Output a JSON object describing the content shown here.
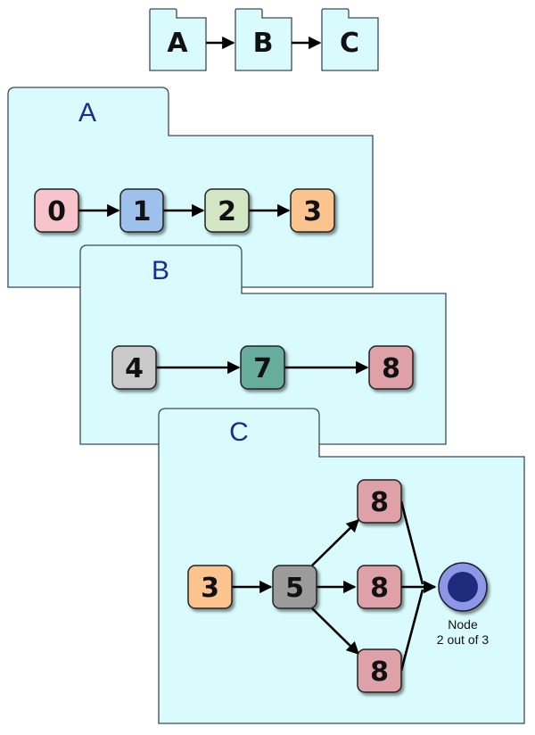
{
  "top_flow": {
    "folders": [
      {
        "id": "mini-a",
        "label": "A"
      },
      {
        "id": "mini-b",
        "label": "B"
      },
      {
        "id": "mini-c",
        "label": "C"
      }
    ]
  },
  "folders": [
    {
      "id": "a",
      "title": "A",
      "nodes": [
        {
          "id": "a0",
          "label": "0",
          "color": "#f7c4cc"
        },
        {
          "id": "a1",
          "label": "1",
          "color": "#9dc1ea"
        },
        {
          "id": "a2",
          "label": "2",
          "color": "#d4e7c4"
        },
        {
          "id": "a3",
          "label": "3",
          "color": "#fbc48f"
        }
      ],
      "edges": [
        [
          "a0",
          "a1"
        ],
        [
          "a1",
          "a2"
        ],
        [
          "a2",
          "a3"
        ]
      ]
    },
    {
      "id": "b",
      "title": "B",
      "nodes": [
        {
          "id": "b4",
          "label": "4",
          "color": "#c9c9c9"
        },
        {
          "id": "b7",
          "label": "7",
          "color": "#66ad9e"
        },
        {
          "id": "b8",
          "label": "8",
          "color": "#dea1a7"
        }
      ],
      "edges": [
        [
          "b4",
          "b7"
        ],
        [
          "b7",
          "b8"
        ]
      ]
    },
    {
      "id": "c",
      "title": "C",
      "nodes": [
        {
          "id": "c3",
          "label": "3",
          "color": "#fbc48f"
        },
        {
          "id": "c5",
          "label": "5",
          "color": "#9b9b9b"
        },
        {
          "id": "c8top",
          "label": "8",
          "color": "#dea1a7"
        },
        {
          "id": "c8mid",
          "label": "8",
          "color": "#dea1a7"
        },
        {
          "id": "c8bot",
          "label": "8",
          "color": "#dea1a7"
        }
      ],
      "edges": [
        [
          "c3",
          "c5"
        ],
        [
          "c5",
          "c8top"
        ],
        [
          "c5",
          "c8mid"
        ],
        [
          "c5",
          "c8bot"
        ]
      ],
      "terminal": {
        "caption_line1": "Node",
        "caption_line2": "2 out of 3",
        "fill_outer": "#8e97e6",
        "fill_inner": "#1e2b7d"
      }
    }
  ],
  "colors": {
    "folder_fill": "#d9fbfd",
    "folder_stroke": "#3d4a55",
    "title_color": "#1f2a8f",
    "edge_color": "#000000"
  }
}
